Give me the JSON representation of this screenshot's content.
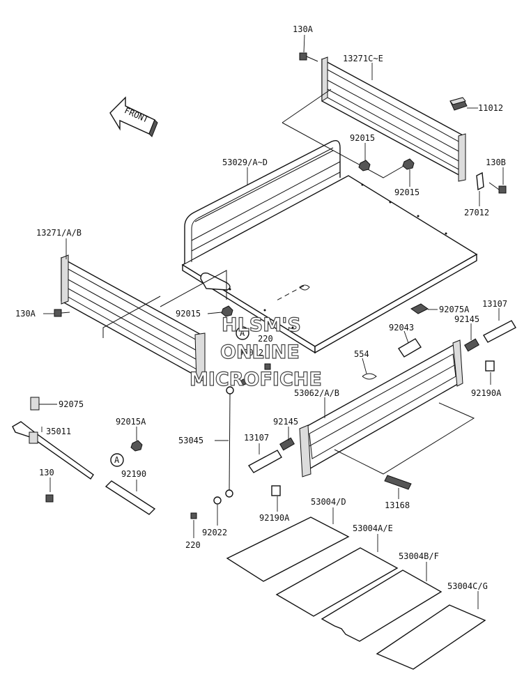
{
  "diagram": {
    "front_arrow_text": "FRONT",
    "watermark": [
      "HLSM'S",
      "ONLINE",
      "MICROFICHE"
    ],
    "callout_letter": "A",
    "parts": {
      "p130A_top": "130A",
      "p13271CE": "13271C~E",
      "p11012": "11012",
      "p92015_top": "92015",
      "p53029": "53029/A~D",
      "p130B": "130B",
      "p92015_mid": "92015",
      "p27012": "27012",
      "p13271AB": "13271/A/B",
      "p130A_left": "130A",
      "p92015_left": "92015",
      "p220_top": "220",
      "p92022_top": "92022",
      "p92075A": "92075A",
      "p13107_right": "13107",
      "p92145_right": "92145",
      "p92043": "92043",
      "p554": "554",
      "p53062": "53062/A/B",
      "p92190A_right": "92190A",
      "p92075": "92075",
      "p35011": "35011",
      "p92015A": "92015A",
      "p53045": "53045",
      "p92145_left": "92145",
      "p13107_left": "13107",
      "p130": "130",
      "p92190": "92190",
      "p13168": "13168",
      "p92190A_left": "92190A",
      "p53004D": "53004/D",
      "p53004AE": "53004A/E",
      "p53004BF": "53004B/F",
      "p53004CG": "53004C/G",
      "p220_bottom": "220",
      "p92022_bottom": "92022"
    }
  }
}
